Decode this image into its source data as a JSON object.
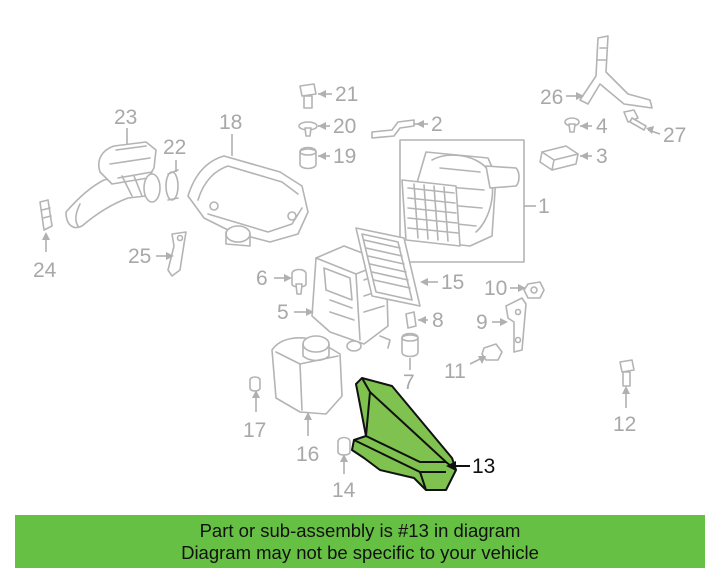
{
  "diagram": {
    "highlight_color": "#7fc24f",
    "banner_color": "#66c044",
    "parts": [
      {
        "id": "p1",
        "label": "1"
      },
      {
        "id": "p2",
        "label": "2"
      },
      {
        "id": "p3",
        "label": "3"
      },
      {
        "id": "p4",
        "label": "4"
      },
      {
        "id": "p5",
        "label": "5"
      },
      {
        "id": "p6",
        "label": "6"
      },
      {
        "id": "p7",
        "label": "7"
      },
      {
        "id": "p8",
        "label": "8"
      },
      {
        "id": "p9",
        "label": "9"
      },
      {
        "id": "p10",
        "label": "10"
      },
      {
        "id": "p11",
        "label": "11"
      },
      {
        "id": "p12",
        "label": "12"
      },
      {
        "id": "p13",
        "label": "13",
        "highlighted": true
      },
      {
        "id": "p14",
        "label": "14"
      },
      {
        "id": "p15",
        "label": "15"
      },
      {
        "id": "p16",
        "label": "16"
      },
      {
        "id": "p17",
        "label": "17"
      },
      {
        "id": "p18",
        "label": "18"
      },
      {
        "id": "p19",
        "label": "19"
      },
      {
        "id": "p20",
        "label": "20"
      },
      {
        "id": "p21",
        "label": "21"
      },
      {
        "id": "p22",
        "label": "22"
      },
      {
        "id": "p23",
        "label": "23"
      },
      {
        "id": "p24",
        "label": "24"
      },
      {
        "id": "p25",
        "label": "25"
      },
      {
        "id": "p26",
        "label": "26"
      },
      {
        "id": "p27",
        "label": "27"
      }
    ]
  },
  "banner": {
    "line1": "Part or sub-assembly is #13 in diagram",
    "line2": "Diagram may not be specific to your vehicle"
  }
}
